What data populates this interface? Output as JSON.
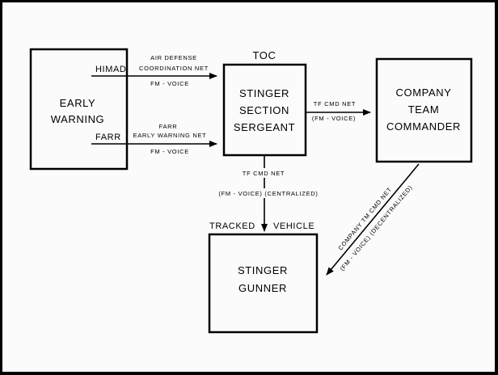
{
  "boxes": {
    "early_warning": [
      "EARLY",
      "WARNING"
    ],
    "stinger_section": [
      "STINGER",
      "SECTION",
      "SERGEANT"
    ],
    "company_team": [
      "COMPANY",
      "TEAM",
      "COMMANDER"
    ],
    "stinger_gunner": [
      "STINGER",
      "GUNNER"
    ]
  },
  "labels": {
    "toc": "TOC",
    "himad": "HIMAD",
    "farr": "FARR",
    "tracked": "TRACKED",
    "vehicle": "VEHICLE"
  },
  "nets": {
    "air_defense_1": "AIR DEFENSE",
    "air_defense_2": "COORDINATION NET",
    "air_defense_3": "FM - VOICE",
    "farr_1": "FARR",
    "farr_2": "EARLY WARNING NET",
    "farr_3": "FM - VOICE",
    "tf_right_1": "TF CMD NET",
    "tf_right_2": "(FM - VOICE)",
    "tf_down_1": "TF CMD NET",
    "tf_down_2": "(FM - VOICE)  (CENTRALIZED)",
    "company_1": "COMPANY TM CMD NET",
    "company_2": "(FM - VOICE) (DECENTRALIZED)"
  }
}
